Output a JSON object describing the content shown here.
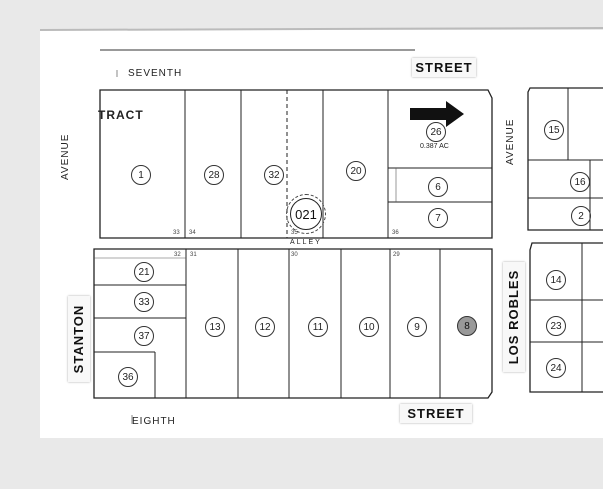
{
  "streets": {
    "seventh_prefix": "SEVENTH",
    "seventh_suffix": "STREET",
    "eighth_prefix": "EIGHTH",
    "eighth_suffix": "STREET",
    "stanton": "STANTON",
    "los_robles": "LOS ROBLES",
    "avenue_left": "AVENUE",
    "avenue_right": "AVENUE",
    "alley": "ALLEY"
  },
  "tract_label": "TRACT",
  "page_number": "021",
  "parcel_26_area": "0.387 AC",
  "parcels": [
    {
      "id": "p1",
      "label": "1"
    },
    {
      "id": "p28",
      "label": "28"
    },
    {
      "id": "p32",
      "label": "32"
    },
    {
      "id": "p20",
      "label": "20"
    },
    {
      "id": "p26",
      "label": "26"
    },
    {
      "id": "p6",
      "label": "6"
    },
    {
      "id": "p7",
      "label": "7"
    },
    {
      "id": "p21",
      "label": "21"
    },
    {
      "id": "p33",
      "label": "33"
    },
    {
      "id": "p37",
      "label": "37"
    },
    {
      "id": "p36",
      "label": "36"
    },
    {
      "id": "pa",
      "label": "13"
    },
    {
      "id": "pb",
      "label": "12"
    },
    {
      "id": "pc",
      "label": "11"
    },
    {
      "id": "pd",
      "label": "10"
    },
    {
      "id": "pe",
      "label": "9"
    },
    {
      "id": "p8",
      "label": "8"
    },
    {
      "id": "p15",
      "label": "15"
    },
    {
      "id": "p16",
      "label": "16"
    },
    {
      "id": "p2",
      "label": "2"
    },
    {
      "id": "p14",
      "label": "14"
    },
    {
      "id": "p23",
      "label": "23"
    },
    {
      "id": "p24",
      "label": "24"
    }
  ],
  "lot_numbers": {
    "l33": "33",
    "l34": "34",
    "l35": "35",
    "l36": "36",
    "l32": "32",
    "l31": "31",
    "l30": "30",
    "l29": "29"
  },
  "colors": {
    "paper": "#ffffff",
    "line": "#222222",
    "background": "#e9e9e9"
  }
}
